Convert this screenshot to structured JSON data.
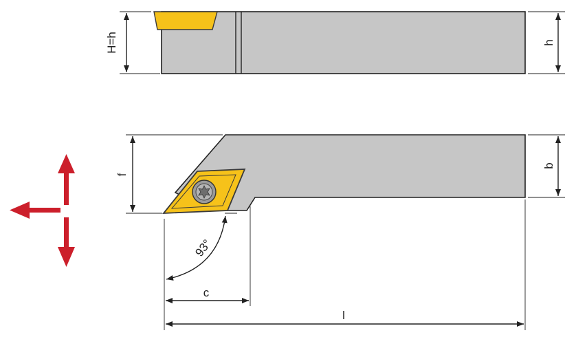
{
  "labels": {
    "H_eq_h": "H=h",
    "h": "h",
    "b": "b",
    "f": "f",
    "angle": "93°",
    "c": "c",
    "l": "l"
  },
  "colors": {
    "shank": "#c6c6c6",
    "insert": "#f6c21a",
    "insert_outline": "#3a3a3a",
    "screw": "#9a9a9a",
    "outline": "#222222",
    "direction_arrows": "#cc1f2b",
    "background": "#ffffff"
  },
  "icons": {
    "feed_directions": "red-direction-arrows-icon",
    "screw": "torx-screw-icon"
  }
}
